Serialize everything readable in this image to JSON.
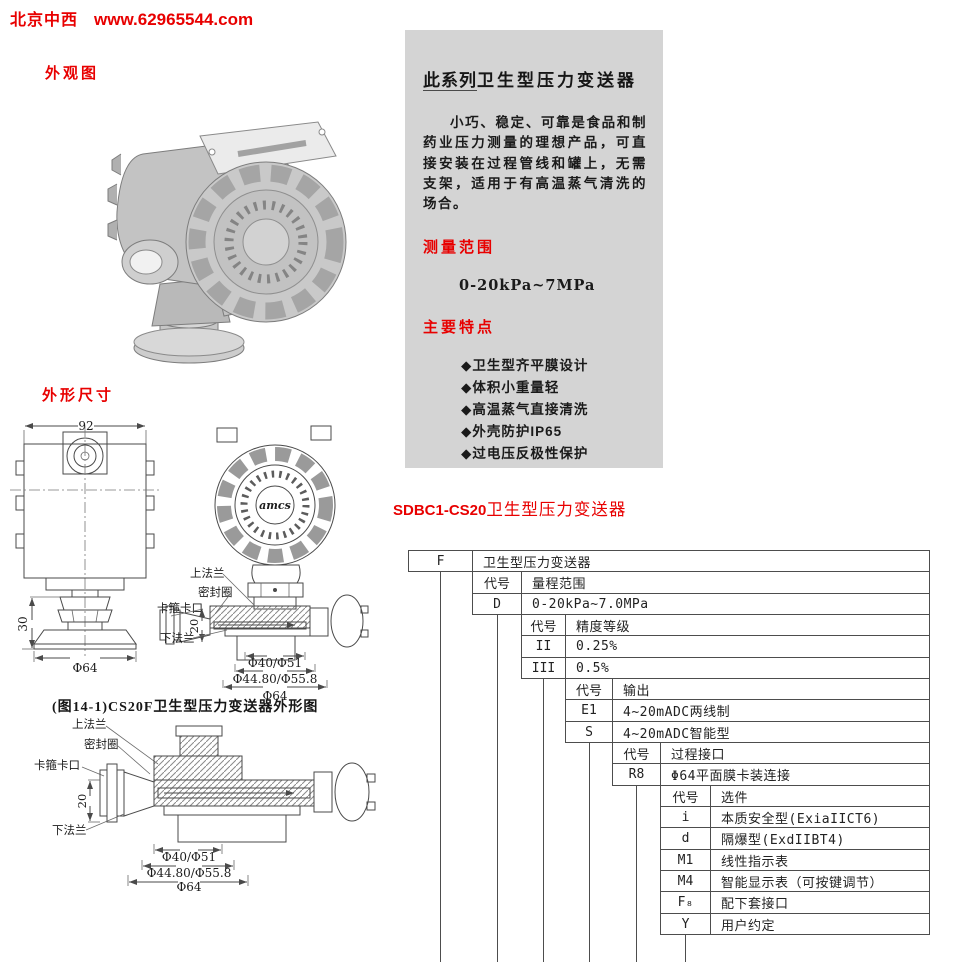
{
  "header": {
    "brand": "北京中西",
    "url": "www.62965544.com"
  },
  "section_titles": {
    "appearance": "外观图",
    "dimensions": "外形尺寸"
  },
  "info_box": {
    "title_prefix": "此系列",
    "title_main": "卫生型压力变送器",
    "description": "小巧、稳定、可靠是食品和制药业压力测量的理想产品，可直接安装在过程管线和罐上，无需支架，适用于有高温蒸气清洗的场合。",
    "range_heading": "测量范围",
    "range_value": "0-20kPa~7MPa",
    "features_heading": "主要特点",
    "bullet": "◆",
    "features": [
      "卫生型齐平膜设计",
      "体积小重量轻",
      "高温蒸气直接清洗",
      "外壳防护IP65",
      "过电压反极性保护"
    ]
  },
  "drawings": {
    "front_view": {
      "width_dim": "92",
      "lower_height_dim": "30",
      "base_dim": "Φ64"
    },
    "labels": {
      "upper_flange": "上法兰",
      "seal_ring": "密封圈",
      "clamp_port": "卡箍卡口",
      "lower_flange": "下法兰",
      "flange_height_dim": "20"
    },
    "diameter_dims": {
      "inner": "Φ40/Φ51",
      "middle": "Φ44.80/Φ55.8",
      "outer": "Φ64"
    },
    "logo_text": "amcs",
    "caption": "(图14-1)CS20F卫生型压力变送器外形图"
  },
  "model_selection": {
    "title_code": "SDBC1-CS20",
    "title_name": "卫生型压力变送器",
    "table_rows": [
      {
        "level": 0,
        "code": "F",
        "desc": "卫生型压力变送器"
      },
      {
        "level": 1,
        "code": "代号",
        "desc": "量程范围"
      },
      {
        "level": 1,
        "code": "D",
        "desc": "0-20kPa~7.0MPa"
      },
      {
        "level": 2,
        "code": "代号",
        "desc": "精度等级"
      },
      {
        "level": 2,
        "code": "II",
        "desc": "0.25%"
      },
      {
        "level": 2,
        "code": "III",
        "desc": "0.5%"
      },
      {
        "level": 3,
        "code": "代号",
        "desc": "输出"
      },
      {
        "level": 3,
        "code": "E1",
        "desc": "4~20mADC两线制"
      },
      {
        "level": 3,
        "code": "S",
        "desc": "4~20mADC智能型"
      },
      {
        "level": 4,
        "code": "代号",
        "desc": "过程接口"
      },
      {
        "level": 4,
        "code": "R8",
        "desc": "Φ64平面膜卡装连接"
      },
      {
        "level": 5,
        "code": "代号",
        "desc": "选件"
      },
      {
        "level": 5,
        "code": "i",
        "desc": "本质安全型(ExiaIICT6)"
      },
      {
        "level": 5,
        "code": "d",
        "desc": "隔爆型(ExdIIBT4)"
      },
      {
        "level": 5,
        "code": "M1",
        "desc": "线性指示表"
      },
      {
        "level": 5,
        "code": "M4",
        "desc": "智能显示表（可按键调节）"
      },
      {
        "level": 5,
        "code": "F₈",
        "desc": "配下套接口"
      },
      {
        "level": 5,
        "code": "Y",
        "desc": "用户约定"
      }
    ]
  },
  "colors": {
    "accent_red": "#e80000",
    "info_box_bg": "#d4d4d4",
    "line": "#4d4d4d"
  }
}
